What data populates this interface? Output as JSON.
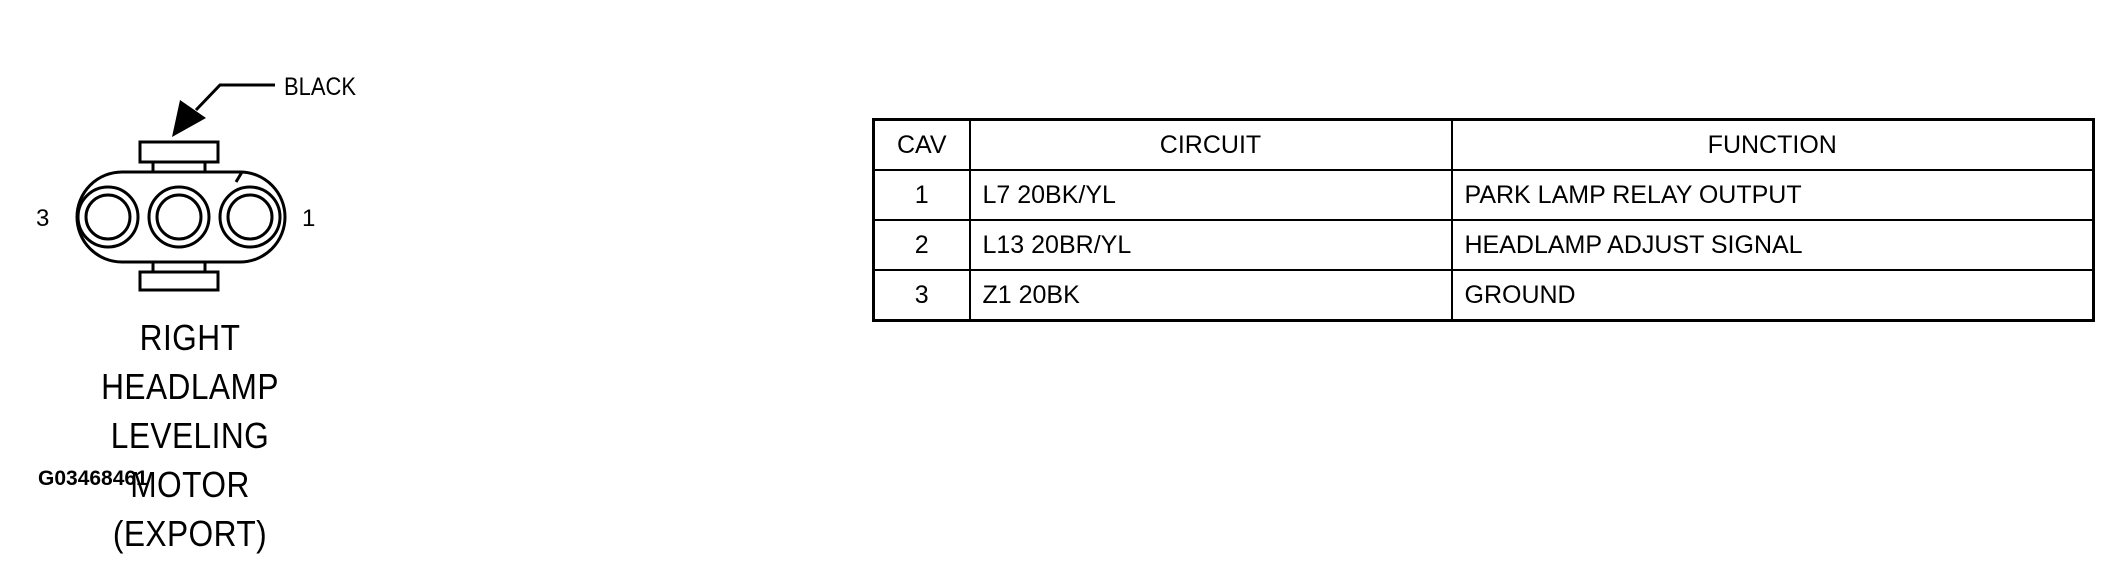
{
  "connector": {
    "color_label": "BLACK",
    "pin_label_left": "3",
    "pin_label_right": "1",
    "title_lines": [
      "RIGHT HEADLAMP",
      "LEVELING MOTOR",
      "(EXPORT)"
    ]
  },
  "figure_id": "G03468461",
  "table": {
    "headers": [
      "CAV",
      "CIRCUIT",
      "FUNCTION"
    ],
    "rows": [
      {
        "cav": "1",
        "circuit": "L7 20BK/YL",
        "function": "PARK LAMP RELAY OUTPUT"
      },
      {
        "cav": "2",
        "circuit": "L13 20BR/YL",
        "function": "HEADLAMP ADJUST SIGNAL"
      },
      {
        "cav": "3",
        "circuit": "Z1 20BK",
        "function": "GROUND"
      }
    ]
  }
}
